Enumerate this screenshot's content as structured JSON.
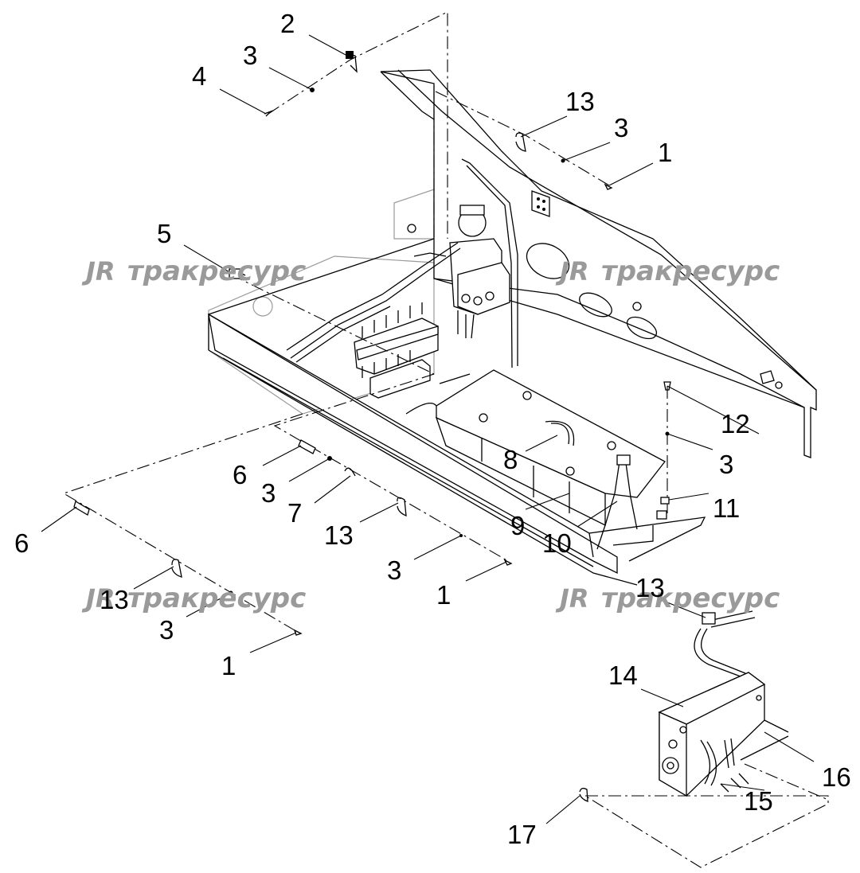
{
  "diagram": {
    "callouts": [
      "2",
      "3",
      "4",
      "13",
      "3",
      "1",
      "5",
      "12",
      "3",
      "11",
      "8",
      "9",
      "10",
      "6",
      "3",
      "7",
      "13",
      "3",
      "1",
      "6",
      "13",
      "3",
      "1",
      "13",
      "14",
      "16",
      "15",
      "17"
    ],
    "watermarks": [
      {
        "logo": "JR",
        "text": "тракресурс"
      },
      {
        "logo": "JR",
        "text": "тракресурс"
      },
      {
        "logo": "JR",
        "text": "тракресурс"
      },
      {
        "logo": "JR",
        "text": "тракресурс"
      }
    ]
  }
}
